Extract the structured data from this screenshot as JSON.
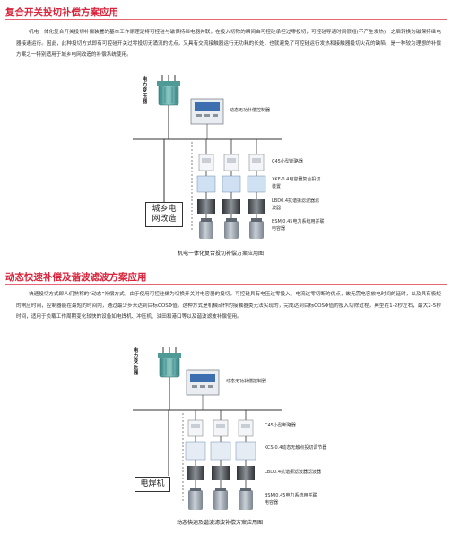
{
  "section1": {
    "title": "复合开关投切补偿方案应用",
    "paragraph": "机电一体化复合开关投切补偿装置的基本工作原理是将可控硅与磁保持继电器并联，在投入切除的瞬间由可控硅承担过零投切，可控硅导通时间很短(不产生发热)，之后转换为磁保持继电器接通运行。因此，此种投切方式即有可控硅开关过零投切无涌流的优点，又具有交流接触器运行无功耗的长处，也就避免了可控硅运行发热和接触器投切火花的缺陷，是一种较为理想的补偿方案之一特别适用于城乡电网改造的补偿系统使用。",
    "transformer_label": "电力变压器",
    "controller_label": "动态无功补偿控制器",
    "breaker_label": "C45小型断路器",
    "switch_label": "XKF-0.4电容器复合投切装置",
    "reactor_label": "LBD0.4抗谐振滤波器滤波器",
    "capacitor_label": "BSMJ0.45电力系统用并联电容器",
    "load_label": "城乡电网改造",
    "caption": "机电一体化复合投切补偿方案应用图"
  },
  "section2": {
    "title": "动态快速补偿及谐波滤波方案应用",
    "paragraph": "快速投切方式即人们熟称的“动态”补偿方式，由于使用可控硅做为切换开关对电容器的投切，可控硅具有电压过零投入、电流过零切断的优点，故无需电容放电时间的延时，以及具有极短的响应时间，控制器能在最短的时间内，通过最少步来达到目标COSΦ值。这种方式是机械动作的接触器类无法实现的，完成达到目标COSΦ值的投入切除过程，典型在1-2秒左右，最大2-5秒时间，适用于负载工作周期变化较快的设备如电焊机、冲压机、油田和港口等以及谐波滤波补偿使用。",
    "transformer_label": "电力变压器",
    "controller_label": "动态无功补偿控制器",
    "breaker_label": "C45小型断路器",
    "switch_label": "KCS-0.4动态无触点投切调节器",
    "reactor_label": "LBD0.4抗谐振滤波器滤波器",
    "capacitor_label": "BSMJ0.45电力系统用并联电容器",
    "load_label": "电焊机",
    "caption": "动态快速及谐波滤波补偿方案应用图"
  },
  "colors": {
    "title_red": "#d9233a",
    "equipment_gray": "#9aa3ad",
    "switch_blue": "#cfe0f2",
    "reactor_dark": "#4a4f55",
    "transformer_teal": "#5fa9a8"
  }
}
